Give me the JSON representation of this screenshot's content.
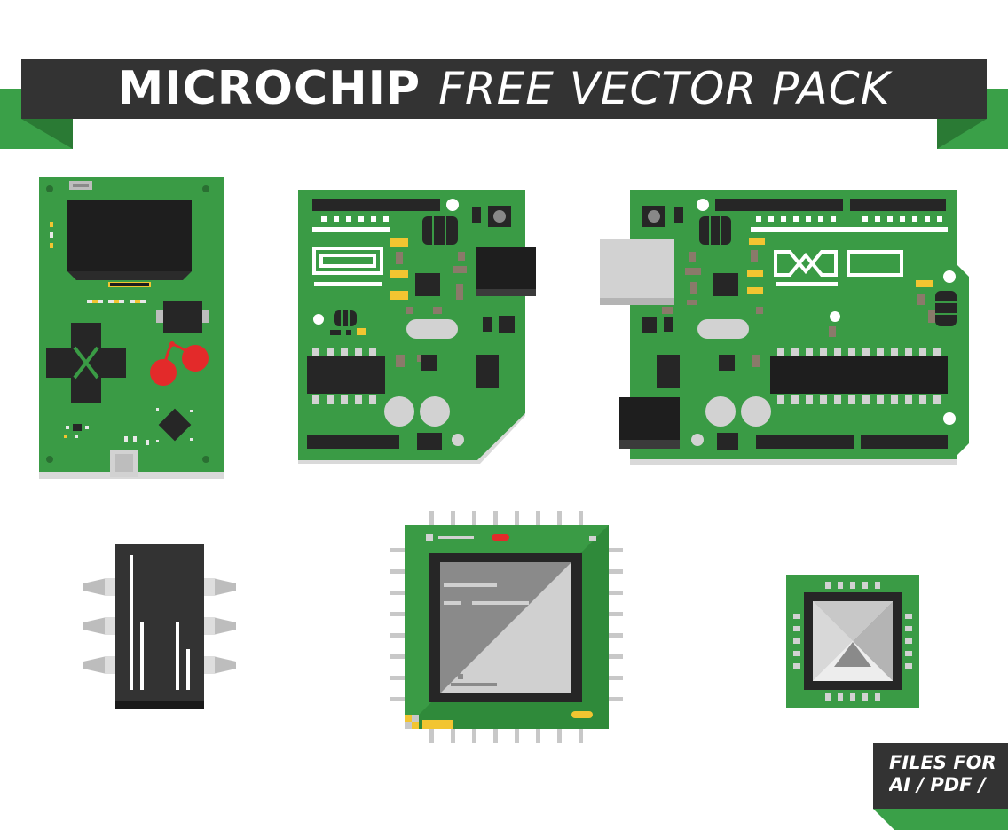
{
  "banner": {
    "title_bold": "MICROCHIP",
    "title_rest": "FREE VECTOR PACK"
  },
  "badge": {
    "line1": "FILES FOR",
    "line2": "AI / PDF /"
  },
  "illustrations": [
    "handheld-game-board",
    "small-microcontroller-board",
    "arduino-board",
    "dip-chip",
    "cpu-chip",
    "small-square-chip"
  ],
  "colors": {
    "pcb_green": "#3a9b45",
    "pcb_dark_green": "#2f8a3a",
    "banner_dark": "#333333",
    "accent_green": "#3aa048",
    "chip_black": "#262626",
    "red": "#e32a2a",
    "yellow": "#f2c531",
    "gray_light": "#d2d2d2"
  }
}
